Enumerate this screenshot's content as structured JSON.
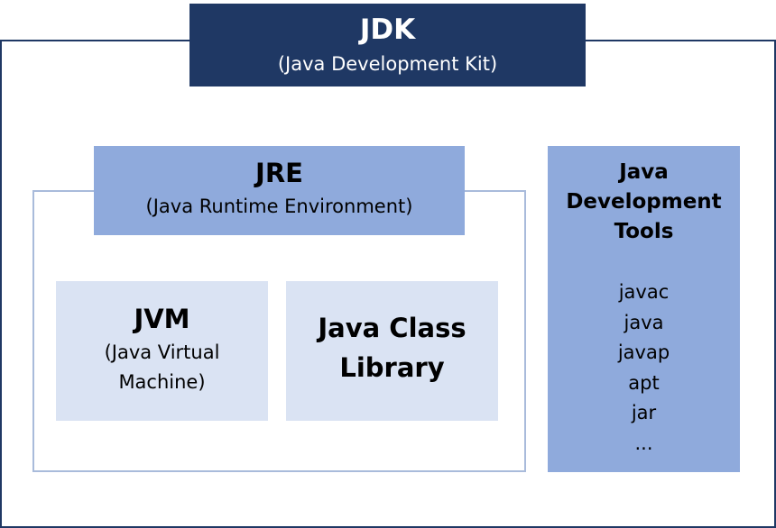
{
  "jdk": {
    "title": "JDK",
    "subtitle": "(Java Development Kit)"
  },
  "jre": {
    "title": "JRE",
    "subtitle": "(Java Runtime Environment)"
  },
  "jvm": {
    "title": "JVM",
    "subtitle": "(Java Virtual Machine)"
  },
  "class_library": {
    "title": "Java Class Library"
  },
  "tools": {
    "title": "Java Development Tools",
    "items": [
      "javac",
      "java",
      "javap",
      "apt",
      "jar",
      "..."
    ]
  },
  "colors": {
    "jdk_dark": "#1f3864",
    "jre_medium": "#8faadc",
    "inner_light": "#dae3f3",
    "jre_border": "#a9bbdb"
  }
}
